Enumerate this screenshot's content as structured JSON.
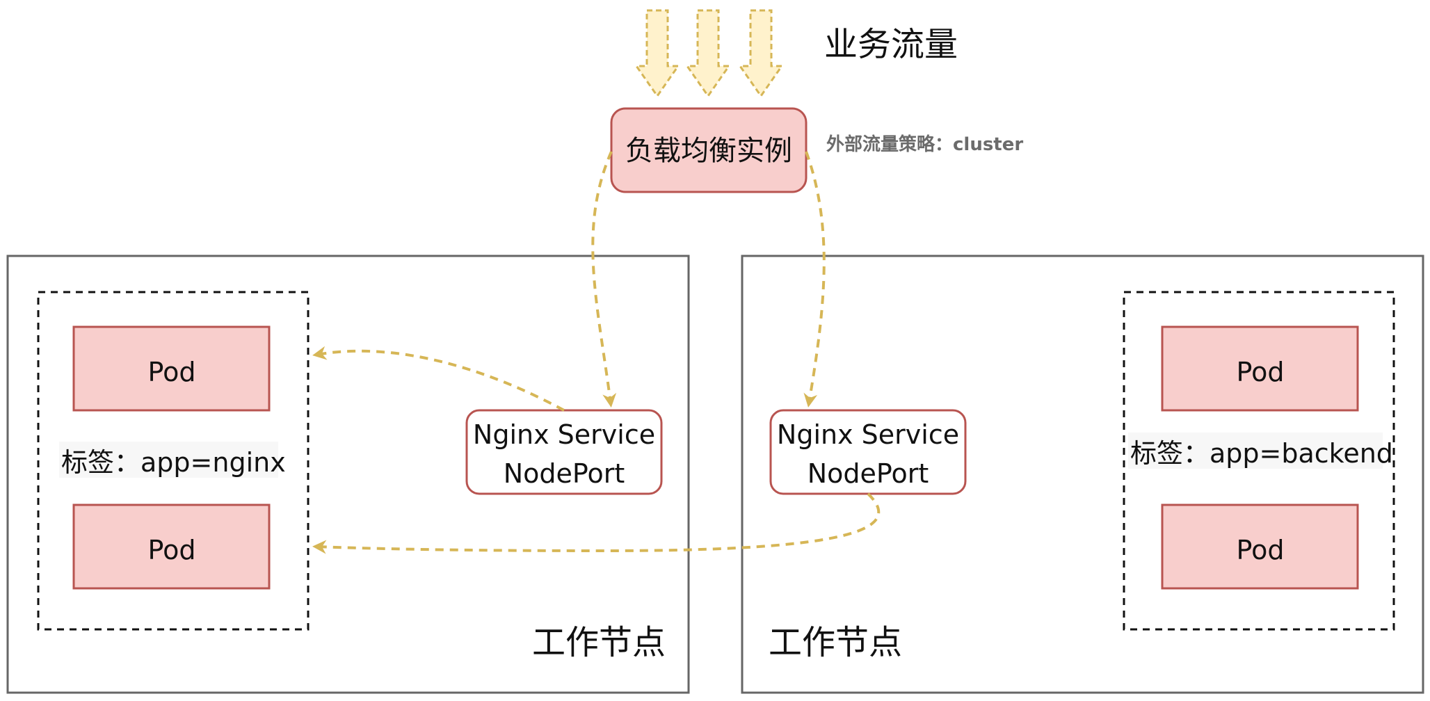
{
  "traffic": {
    "label": "业务流量"
  },
  "load_balancer": {
    "label": "负载均衡实例",
    "policy": "外部流量策略：cluster"
  },
  "nodes": [
    {
      "label": "工作节点",
      "service": {
        "line1": "Nginx Service",
        "line2": "NodePort"
      },
      "group": {
        "tag": "标签：app=nginx",
        "pods": [
          "Pod",
          "Pod"
        ]
      }
    },
    {
      "label": "工作节点",
      "service": {
        "line1": "Nginx Service",
        "line2": "NodePort"
      },
      "group": {
        "tag": "标签：app=backend",
        "pods": [
          "Pod",
          "Pod"
        ]
      }
    }
  ],
  "colors": {
    "arrow": "#d6b656",
    "traffic_fill": "#fff2cc",
    "pod_fill": "#f8cecc",
    "pod_stroke": "#b85450",
    "node_stroke": "#666666"
  }
}
